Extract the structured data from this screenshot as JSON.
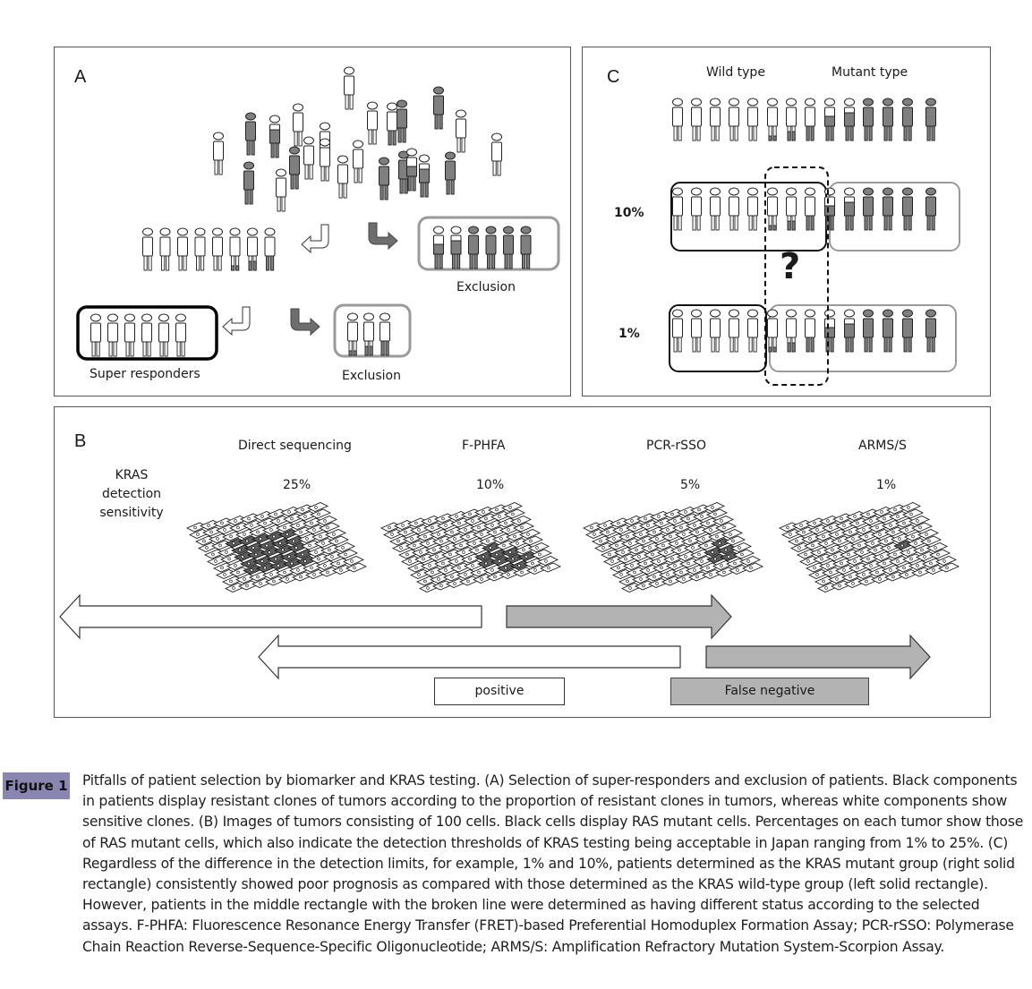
{
  "figure": {
    "badge": "Figure 1",
    "caption": "Pitfalls of patient selection by biomarker and KRAS testing. (A) Selection of super-responders and exclusion of patients. Black components in patients display resistant clones of tumors according to the proportion of resistant clones in tumors, whereas white components show sensitive clones. (B) Images of tumors consisting of 100 cells. Black cells display RAS mutant cells. Percentages on each tumor show those of RAS mutant cells, which also indicate the detection thresholds of KRAS testing being acceptable in Japan ranging from 1% to 25%. (C) Regardless of the difference in the detection limits, for example, 1% and 10%, patients determined as the KRAS mutant group (right solid rectangle) consistently showed poor prognosis as compared with those determined as the KRAS wild-type group (left solid rectangle). However, patients in the middle rectangle with the broken line were determined as having different status according to the selected assays. F-PHFA: Fluorescence Resonance Energy Transfer (FRET)-based Preferential Homoduplex Formation Assay; PCR-rSSO: Polymerase Chain Reaction Reverse-Sequence-Specific Oligonucleotide; ARMS/S: Amplification Refractory Mutation System-Scorpion Assay."
  },
  "colors": {
    "mutant_fill": "#7f7f7f",
    "group_box_gray": "#9a9a9a",
    "arrow_gray": "#b3b3b3",
    "badge_bg": "#8a86b2"
  },
  "panel_a": {
    "label": "A",
    "super_responders_label": "Super responders",
    "exclusion_label_1": "Exclusion",
    "exclusion_label_2": "Exclusion",
    "population_count": 24,
    "first_selected_count": 8,
    "first_excluded_count": 6,
    "super_responder_count": 6,
    "second_excluded_count": 3
  },
  "panel_b": {
    "label": "B",
    "row_label": "KRAS detection sensitivity",
    "row_label_lines": [
      "KRAS",
      "detection",
      "sensitivity"
    ],
    "assays": [
      {
        "name": "Direct sequencing",
        "threshold": "25%"
      },
      {
        "name": "F-PHFA",
        "threshold": "10%"
      },
      {
        "name": "PCR-rSSO",
        "threshold": "5%"
      },
      {
        "name": "ARMS/S",
        "threshold": "1%"
      }
    ],
    "legend": {
      "positive": "positive",
      "false_negative": "False negative"
    }
  },
  "panel_c": {
    "label": "C",
    "wild_type_label": "Wild type",
    "mutant_type_label": "Mutant type",
    "rows": [
      {
        "threshold": "10%"
      },
      {
        "threshold": "1%"
      }
    ],
    "uncertain_mark": "?",
    "patient_count": 14
  }
}
